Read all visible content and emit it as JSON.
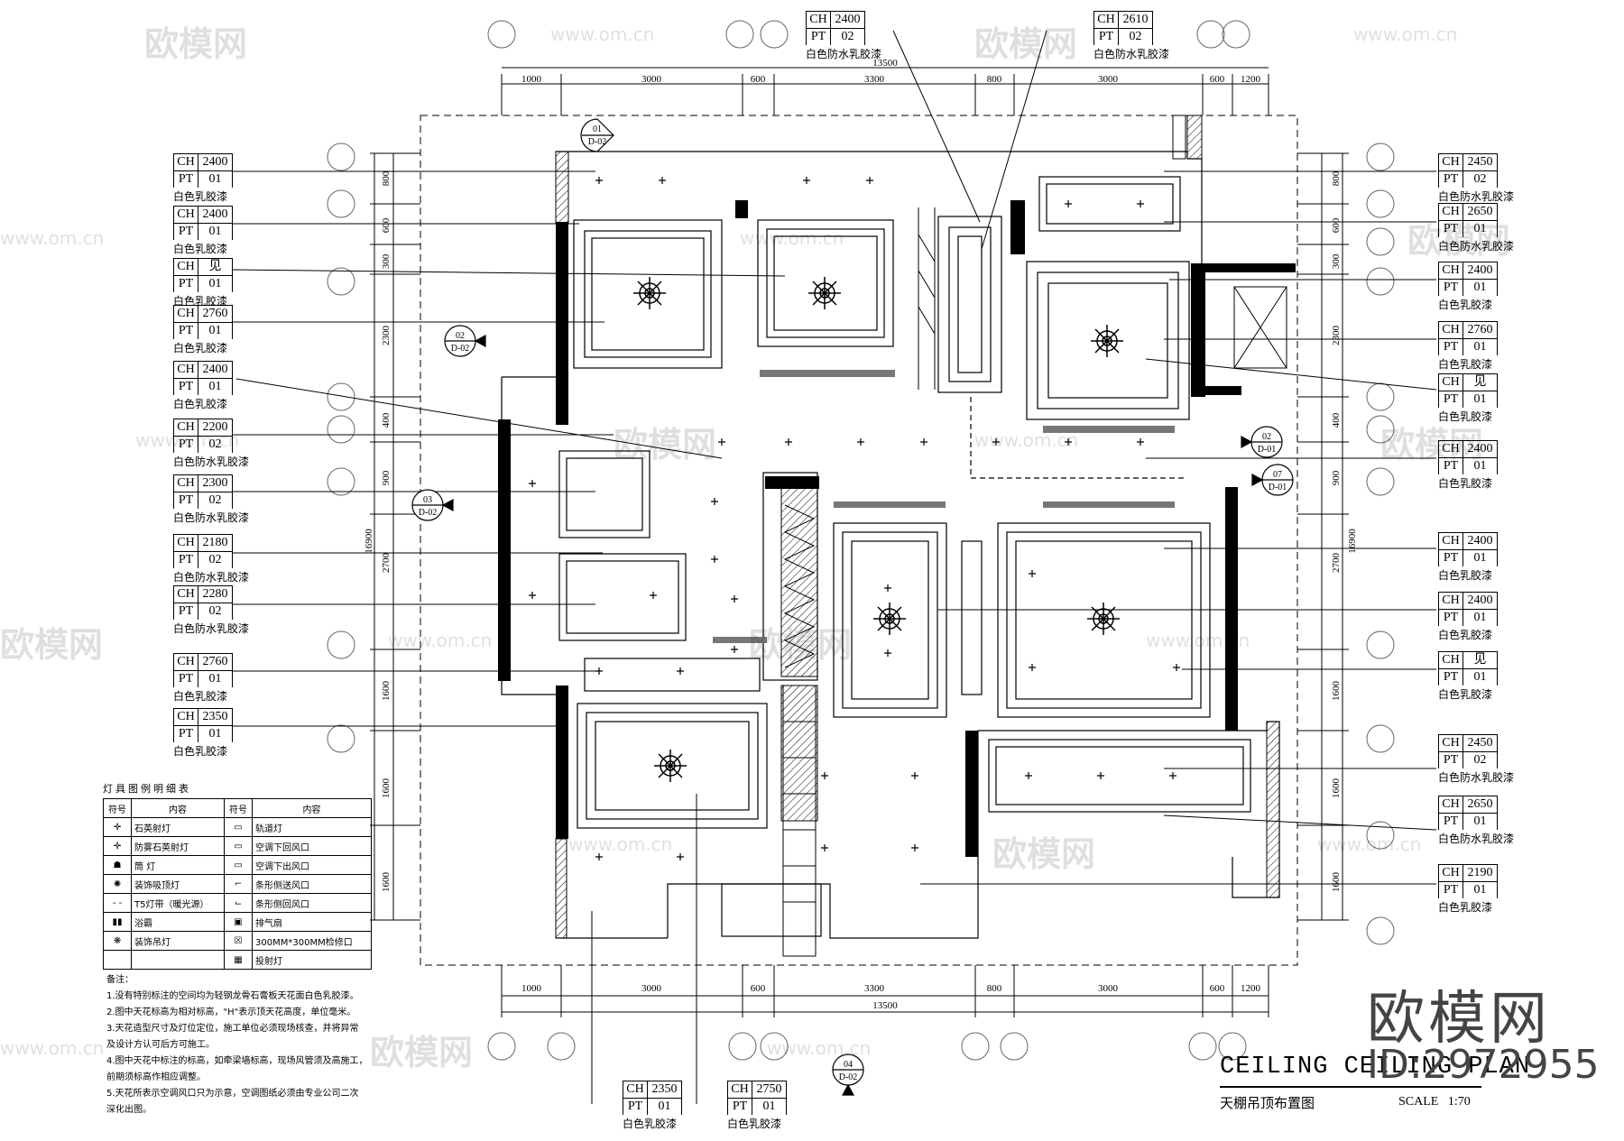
{
  "plan": {
    "title_en": "CEILING CEILING PLAN",
    "title_cn": "天棚吊顶布置图",
    "scale_label": "SCALE",
    "scale_value": "1:70"
  },
  "dimensions": {
    "top": [
      "1000",
      "3000",
      "600",
      "3300",
      "800",
      "3000",
      "600",
      "1200"
    ],
    "top_total": "13500",
    "bottom": [
      "1000",
      "3000",
      "600",
      "3300",
      "800",
      "3000",
      "600",
      "1200"
    ],
    "bottom_total": "13500",
    "left": [
      "800",
      "600",
      "300",
      "2300",
      "400",
      "900",
      "2700",
      "1600",
      "1600",
      "1600"
    ],
    "left_total": "16900",
    "right": [
      "800",
      "600",
      "300",
      "2300",
      "400",
      "900",
      "2700",
      "1600",
      "1600",
      "1600"
    ],
    "right_total": "16900"
  },
  "left_tags": [
    {
      "ch": "2400",
      "pt": "01",
      "desc": "白色乳胶漆"
    },
    {
      "ch": "2400",
      "pt": "01",
      "desc": "白色乳胶漆"
    },
    {
      "ch": "见",
      "pt": "01",
      "desc": "白色乳胶漆"
    },
    {
      "ch": "2760",
      "pt": "01",
      "desc": "白色乳胶漆"
    },
    {
      "ch": "2400",
      "pt": "01",
      "desc": "白色乳胶漆"
    },
    {
      "ch": "2200",
      "pt": "02",
      "desc": "白色防水乳胶漆"
    },
    {
      "ch": "2300",
      "pt": "02",
      "desc": "白色防水乳胶漆"
    },
    {
      "ch": "2180",
      "pt": "02",
      "desc": "白色防水乳胶漆"
    },
    {
      "ch": "2280",
      "pt": "02",
      "desc": "白色防水乳胶漆"
    },
    {
      "ch": "2760",
      "pt": "01",
      "desc": "白色乳胶漆"
    },
    {
      "ch": "2350",
      "pt": "01",
      "desc": "白色乳胶漆"
    }
  ],
  "right_tags": [
    {
      "ch": "2450",
      "pt": "02",
      "desc": "白色防水乳胶漆"
    },
    {
      "ch": "2650",
      "pt": "01",
      "desc": "白色防水乳胶漆"
    },
    {
      "ch": "2400",
      "pt": "01",
      "desc": "白色乳胶漆"
    },
    {
      "ch": "2760",
      "pt": "01",
      "desc": "白色乳胶漆"
    },
    {
      "ch": "见",
      "pt": "01",
      "desc": "白色乳胶漆"
    },
    {
      "ch": "2400",
      "pt": "01",
      "desc": "白色乳胶漆"
    },
    {
      "ch": "2400",
      "pt": "01",
      "desc": "白色乳胶漆"
    },
    {
      "ch": "2400",
      "pt": "01",
      "desc": "白色乳胶漆"
    },
    {
      "ch": "见",
      "pt": "01",
      "desc": "白色乳胶漆"
    },
    {
      "ch": "2450",
      "pt": "02",
      "desc": "白色防水乳胶漆"
    },
    {
      "ch": "2650",
      "pt": "01",
      "desc": "白色防水乳胶漆"
    },
    {
      "ch": "2190",
      "pt": "01",
      "desc": "白色乳胶漆"
    }
  ],
  "top_tags": [
    {
      "ch": "2400",
      "pt": "02",
      "desc": "白色防水乳胶漆"
    },
    {
      "ch": "2610",
      "pt": "02",
      "desc": "白色防水乳胶漆"
    }
  ],
  "bottom_tags": [
    {
      "ch": "2350",
      "pt": "01",
      "desc": "白色乳胶漆"
    },
    {
      "ch": "2750",
      "pt": "01",
      "desc": "白色乳胶漆"
    }
  ],
  "section_marks": [
    {
      "num": "01",
      "sheet": "D-02"
    },
    {
      "num": "02",
      "sheet": "D-02"
    },
    {
      "num": "03",
      "sheet": "D-02"
    },
    {
      "num": "02",
      "sheet": "D-01"
    },
    {
      "num": "07",
      "sheet": "D-01"
    },
    {
      "num": "04",
      "sheet": "D-02"
    }
  ],
  "legend": {
    "title": "灯具图例明细表",
    "headers": [
      "符号",
      "内容",
      "符号",
      "内容"
    ],
    "rows": [
      [
        "石英射灯",
        "",
        "轨道灯"
      ],
      [
        "防雾石英射灯",
        "",
        "空调下回风口"
      ],
      [
        "筒 灯",
        "",
        "空调下出风口"
      ],
      [
        "装饰吸顶灯",
        "",
        "条形侧送风口"
      ],
      [
        "T5灯带（暖光源）",
        "",
        "条形侧回风口"
      ],
      [
        "浴霸",
        "",
        "排气扇"
      ],
      [
        "装饰吊灯",
        "",
        "300MM*300MM检修口"
      ],
      [
        "",
        "",
        "投射灯"
      ]
    ]
  },
  "notes": {
    "title": "备注：",
    "items": [
      "1.没有特别标注的空间均为轻钢龙骨石膏板天花面白色乳胶漆。",
      "2.图中天花标高为相对标高，\"H\"表示顶天花高度，单位毫米。",
      "3.天花造型尺寸及灯位定位，施工单位必须现场核查，并将异常",
      "  及设计方认可后方可施工。",
      "4.图中天花中标注的标高，如牵梁墙标高，现场风管须及高施工，",
      "  前期须标高作相应调整。",
      "5.天花所表示空调风口只为示意，空调图纸必须由专业公司二次",
      "  深化出图。"
    ]
  },
  "watermark": {
    "brand": "欧模网",
    "id": "ID:2972955",
    "url": "www.om.cn"
  }
}
